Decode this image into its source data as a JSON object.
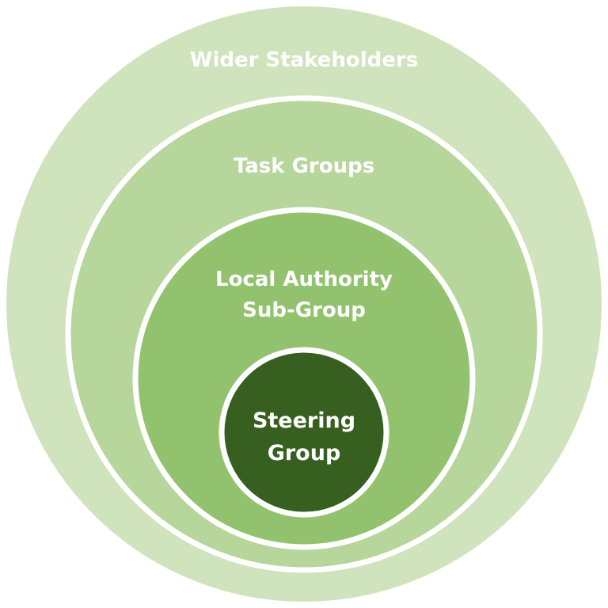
{
  "diagram": {
    "rings": [
      {
        "key": "wider",
        "label": "Wider Stakeholders",
        "color": "#cfe3bd"
      },
      {
        "key": "task",
        "label": "Task Groups",
        "color": "#b6d69c"
      },
      {
        "key": "local",
        "label": "Local Authority\nSub-Group",
        "color": "#93c26f"
      },
      {
        "key": "steering",
        "label": "Steering\nGroup",
        "color": "#375f1f"
      }
    ],
    "border_color": "#ffffff"
  }
}
